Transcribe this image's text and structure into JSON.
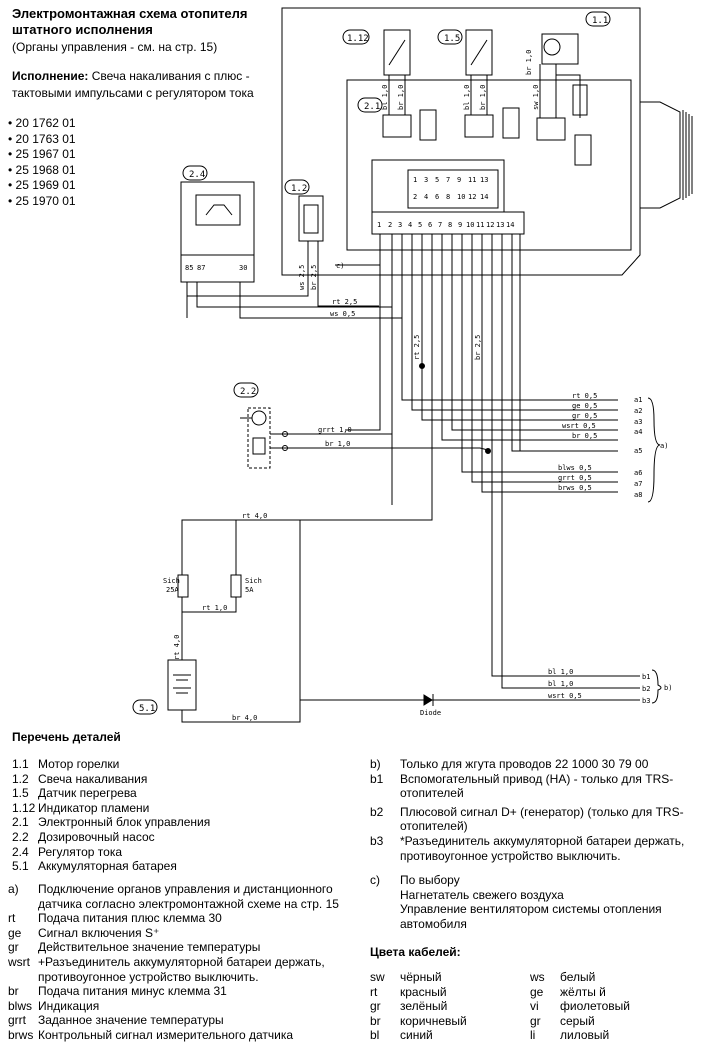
{
  "header": {
    "title_line1": "Электромонтажная схема отопителя",
    "title_line2": "штатного исполнения",
    "subtitle": "(Органы управления - см. на стр. 15)",
    "execution_label": "Исполнение:",
    "execution_text_1": "Свеча накаливания с плюс -",
    "execution_text_2": "тактовыми импульсами с регулятором тока",
    "variants": [
      "• 20 1762 01",
      "• 20 1763 01",
      "• 25 1967 01",
      "• 25 1968 01",
      "• 25 1969 01",
      "• 25 1970 01"
    ]
  },
  "diagram": {
    "labels": {
      "n11": "1.1",
      "n112": "1.12",
      "n15": "1.5",
      "n21": "2.1",
      "n24": "2.4",
      "n12": "1.2",
      "n22": "2.2",
      "n51": "5.1",
      "c_mark": "c)",
      "fuse1_a": "Sich",
      "fuse1_b": "25A",
      "fuse2_a": "Sich",
      "fuse2_b": "5A",
      "diode": "Diode",
      "group_a": "a)",
      "group_b": "b)",
      "w_bl10a": "bl 1,0",
      "w_bl10b": "bl 1,0",
      "w_br10a": "br 1,0",
      "w_br10b": "br 1,0",
      "w_br10c": "br 1,0",
      "w_sw10": "sw 1,0",
      "w_ws25": "ws 2,5",
      "w_br25a": "br 2,5",
      "w_rt25a": "rt 2,5",
      "w_ws05": "ws 0,5",
      "w_rt25b": "rt 2,5",
      "w_br25b": "br 2,5",
      "w_rt05": "rt 0,5",
      "w_ge05": "ge 0,5",
      "w_gr05": "gr 0,5",
      "w_wsrt05a": "wsrt 0,5",
      "w_br05": "br 0,5",
      "w_blws05": "blws 0,5",
      "w_grrt05": "grrt 0,5",
      "w_brws05": "brws 0,5",
      "w_grrt10": "grrt 1,0",
      "w_br10d": "br 1,0",
      "w_rt40a": "rt 4,0",
      "w_rt10": "rt 1,0",
      "w_rt40b": "rt 4,0",
      "w_br40": "br 4,0",
      "w_bl10c": "bl 1,0",
      "w_bl10d": "bl 1,0",
      "w_wsrt05b": "wsrt 0,5",
      "a1": "a1",
      "a2": "a2",
      "a3": "a3",
      "a4": "a4",
      "a5": "a5",
      "a6": "a6",
      "a7": "a7",
      "a8": "a8",
      "b1": "b1",
      "b2": "b2",
      "b3": "b3",
      "p85": "85",
      "p87": "87",
      "p30": "30"
    },
    "pins_top": [
      "1",
      "3",
      "5",
      "7",
      "9",
      "11",
      "13"
    ],
    "pins_bottom": [
      "2",
      "4",
      "6",
      "8",
      "10",
      "12",
      "14"
    ],
    "pins_row": [
      "1",
      "2",
      "3",
      "4",
      "5",
      "6",
      "7",
      "8",
      "9",
      "10",
      "11",
      "12",
      "13",
      "14"
    ]
  },
  "parts": {
    "heading": "Перечень деталей",
    "items": [
      {
        "code": "1.1",
        "desc": "Мотор горелки"
      },
      {
        "code": "1.2",
        "desc": "Свеча накаливания"
      },
      {
        "code": "1.5",
        "desc": "Датчик перегрева"
      },
      {
        "code": "1.12",
        "desc": "Индикатор пламени"
      },
      {
        "code": "2.1",
        "desc": "Электронный блок управления"
      },
      {
        "code": "2.2",
        "desc": "Дозировочный насос"
      },
      {
        "code": "2.4",
        "desc": "Регулятор тока"
      },
      {
        "code": "5.1",
        "desc": "Аккумуляторная батарея"
      }
    ]
  },
  "notes_a": {
    "a_code": "a)",
    "a_line1": "Подключение органов управления и дистанционного",
    "a_line2": "датчика согласно электромонтажной схеме на стр. 15",
    "items": [
      {
        "code": "rt",
        "desc": "Подача питания плюс клемма 30"
      },
      {
        "code": "ge",
        "desc": "Сигнал включения S⁺"
      },
      {
        "code": "gr",
        "desc": "Действительное значение температуры"
      },
      {
        "code": "wsrt",
        "desc": "+Разъединитель аккумуляторной батареи держать,"
      },
      {
        "code": "",
        "desc": "противоугонное устройство выключить."
      },
      {
        "code": "br",
        "desc": "Подача питания минус клемма 31"
      },
      {
        "code": "blws",
        "desc": "Индикация"
      },
      {
        "code": "grrt",
        "desc": "Заданное значение температуры"
      },
      {
        "code": "brws",
        "desc": "Контрольный сигнал измерительного датчика"
      }
    ]
  },
  "notes_b": {
    "b": "Только для жгута проводов 22 1000 30 79 00",
    "b1_1": "Вспомогательный привод (НА) -  только для TRS-",
    "b1_2": "отопителей",
    "b2_1": "Плюсовой сигнал D+ (генератор) (только для TRS-",
    "b2_2": "отопителей)",
    "b3_1": "*Разъединитель аккумуляторной батареи держать,",
    "b3_2": "противоугонное устройство выключить.",
    "c": "По выбору",
    "c_1": "Нагнетатель свежего воздуха",
    "c_2": "Управление вентилятором системы отопления",
    "c_3": "автомобиля",
    "codes": {
      "b": "b)",
      "b1": "b1",
      "b2": "b2",
      "b3": "b3",
      "c": "c)"
    }
  },
  "colors": {
    "heading": "Цвета кабелей:",
    "left": [
      {
        "code": "sw",
        "name": "чёрный"
      },
      {
        "code": "rt",
        "name": "красный"
      },
      {
        "code": "gr",
        "name": "зелёный"
      },
      {
        "code": "br",
        "name": "коричневый"
      },
      {
        "code": "bl",
        "name": "синий"
      }
    ],
    "right": [
      {
        "code": "ws",
        "name": "белый"
      },
      {
        "code": "ge",
        "name": "жёлты й"
      },
      {
        "code": "vi",
        "name": "фиолетовый"
      },
      {
        "code": "gr",
        "name": "серый"
      },
      {
        "code": "li",
        "name": "лиловый"
      }
    ]
  }
}
